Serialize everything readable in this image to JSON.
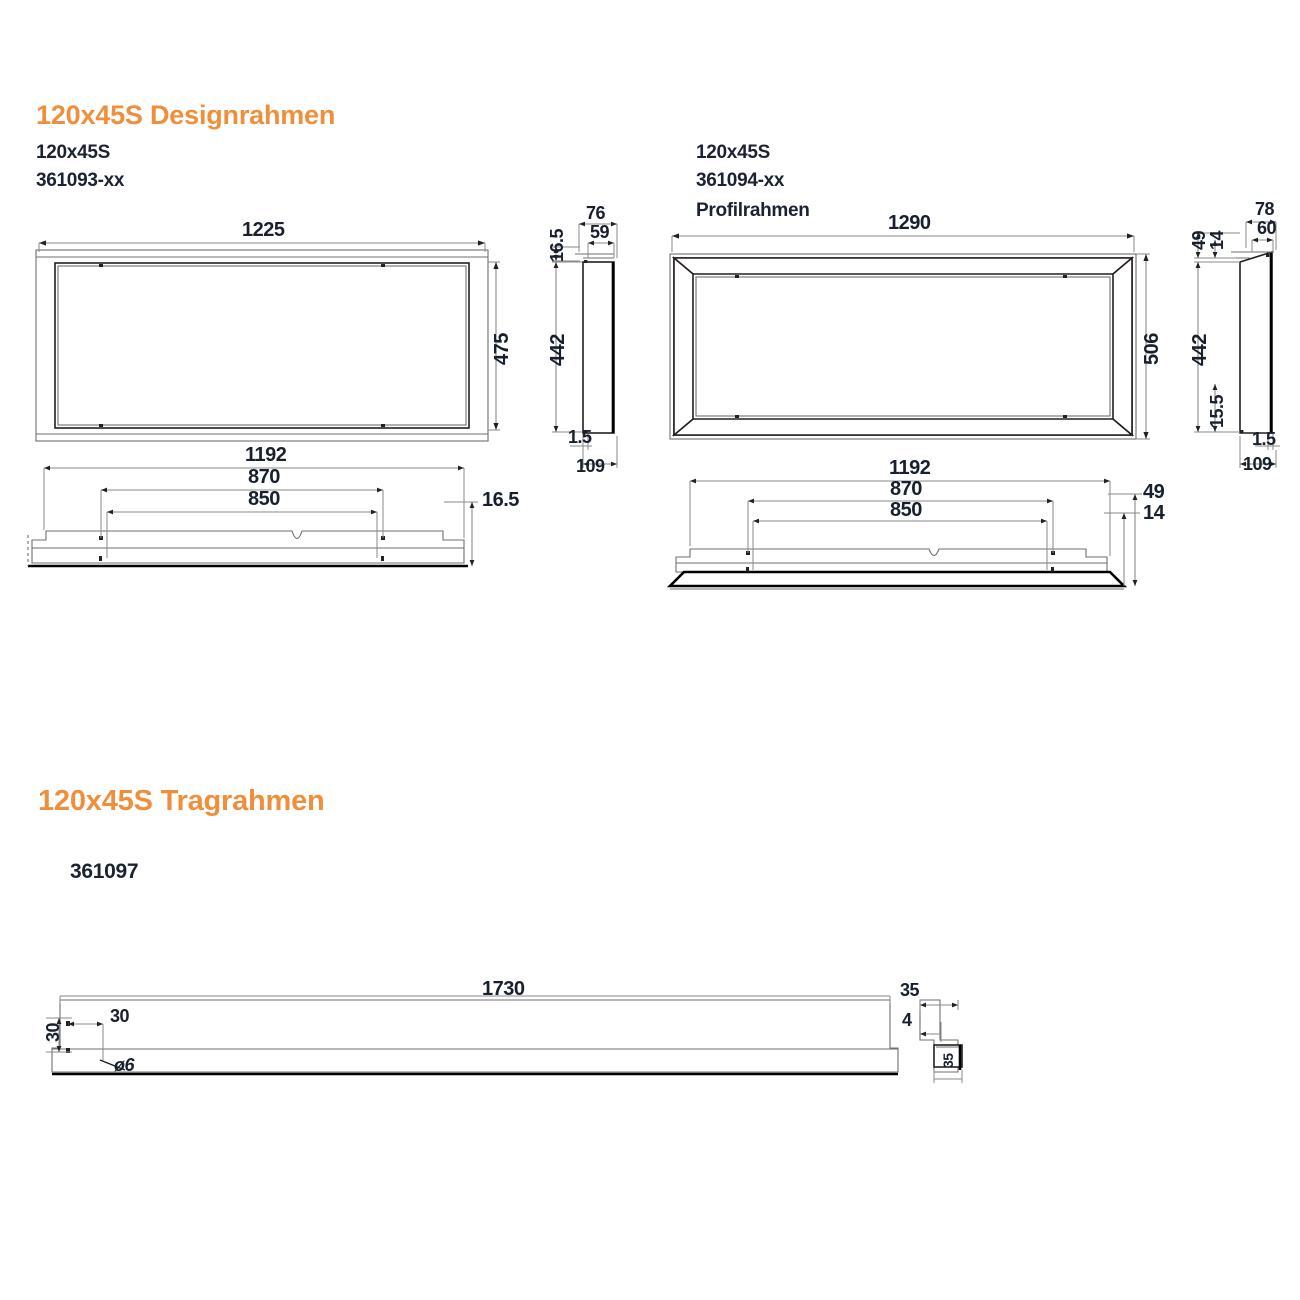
{
  "document": {
    "type": "technical-drawing",
    "language": "de",
    "units": "mm"
  },
  "sections": [
    {
      "id": "designrahmen",
      "title": "120x45S Designrahmen",
      "title_color": "#ef8f3c",
      "variants": [
        {
          "id": "361093",
          "name": "120x45S",
          "part_number": "361093-xx",
          "subtitle": "",
          "front_view": {
            "width": "1225",
            "height": "475",
            "corner_style": "square"
          },
          "side_view": {
            "depth_top": "76",
            "depth_inner": "59",
            "offset_top": "16.5",
            "height": "442",
            "thickness": "1.5",
            "depth_total": "109"
          },
          "bottom_view": {
            "overall": "1192",
            "hole_spacing_outer": "870",
            "hole_spacing_inner": "850",
            "height": "16.5"
          }
        },
        {
          "id": "361094",
          "name": "120x45S",
          "part_number": "361094-xx",
          "subtitle": "Profilrahmen",
          "front_view": {
            "width": "1290",
            "height": "506",
            "corner_style": "mitered"
          },
          "side_view": {
            "depth_top": "78",
            "depth_inner": "60",
            "offset_top": "49",
            "offset_inner": "14",
            "height": "442",
            "height_lower": "15.5",
            "thickness": "1.5",
            "depth_total": "109"
          },
          "bottom_view": {
            "overall": "1192",
            "hole_spacing_outer": "870",
            "hole_spacing_inner": "850",
            "height": "49",
            "height_inner": "14"
          }
        }
      ]
    },
    {
      "id": "tragrahmen",
      "title": "120x45S Tragrahmen",
      "title_color": "#ef8f3c",
      "variants": [
        {
          "id": "361097",
          "part_number": "361097",
          "rail_view": {
            "length": "1730",
            "edge_offset_vertical": "30",
            "edge_offset_horizontal": "30",
            "hole_callout": "ø6",
            "end_dim_top": "35",
            "end_dim_inner": "4",
            "section_dim": "35"
          }
        }
      ]
    }
  ]
}
